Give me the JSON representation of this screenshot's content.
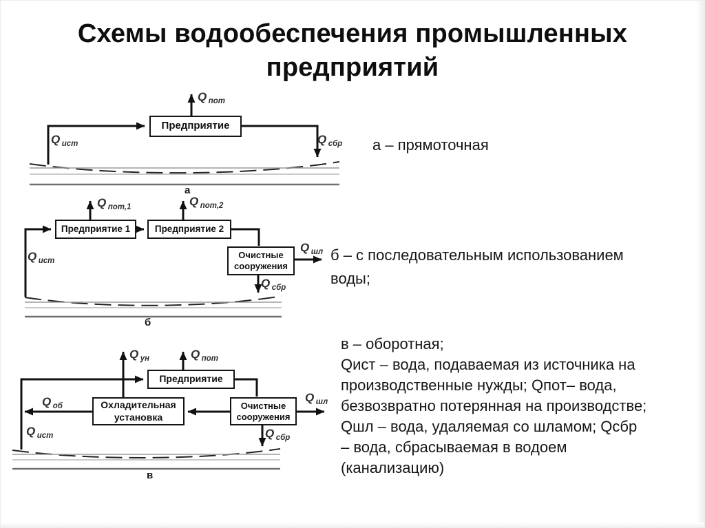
{
  "slide": {
    "title": "Схемы водообеспечения промышленных предприятий"
  },
  "captions": {
    "a": "а – прямоточная",
    "b": [
      "б – с последовательным использованием",
      "воды;"
    ],
    "v": [
      "в – оборотная;",
      "Qист – вода, подаваемая из источника на",
      "производственные нужды; Qпот– вода,",
      "безвозвратно потерянная на производстве;",
      "Qшл – вода, удаляемая со шламом; Qсбр",
      "– вода, сбрасываемая в водоем",
      "(канализацию)"
    ]
  },
  "diagram_a": {
    "label": "а",
    "enterprise": "Предприятие",
    "q_pot": {
      "base": "Q",
      "sub": "пот"
    },
    "q_ist": {
      "base": "Q",
      "sub": "ист"
    },
    "q_sbr": {
      "base": "Q",
      "sub": "сбр"
    }
  },
  "diagram_b": {
    "label": "б",
    "enterprise1": "Предприятие 1",
    "enterprise2": "Предприятие 2",
    "treatment_line1": "Очистные",
    "treatment_line2": "сооружения",
    "q_pot1": {
      "base": "Q",
      "sub": "пот,1"
    },
    "q_pot2": {
      "base": "Q",
      "sub": "пот,2"
    },
    "q_ist": {
      "base": "Q",
      "sub": "ист"
    },
    "q_shl": {
      "base": "Q",
      "sub": "шл"
    },
    "q_sbr": {
      "base": "Q",
      "sub": "сбр"
    }
  },
  "diagram_v": {
    "label": "в",
    "enterprise": "Предприятие",
    "cooling_line1": "Охладительная",
    "cooling_line2": "установка",
    "treatment_line1": "Очистные",
    "treatment_line2": "сооружения",
    "q_un": {
      "base": "Q",
      "sub": "ун"
    },
    "q_pot": {
      "base": "Q",
      "sub": "пот"
    },
    "q_ob": {
      "base": "Q",
      "sub": "об"
    },
    "q_ist": {
      "base": "Q",
      "sub": "ист"
    },
    "q_shl": {
      "base": "Q",
      "sub": "шл"
    },
    "q_sbr": {
      "base": "Q",
      "sub": "сбр"
    }
  },
  "colors": {
    "line": "#111111",
    "river_gray": "#999999",
    "river_dark": "#6e6e6e",
    "text": "#111111"
  }
}
